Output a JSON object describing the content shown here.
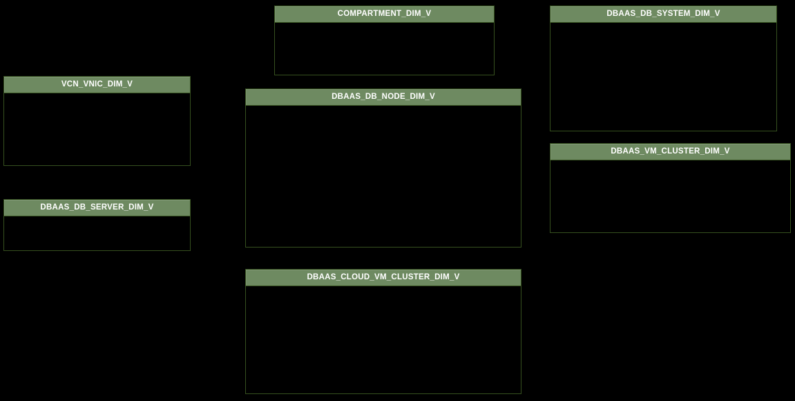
{
  "diagram": {
    "type": "entity-relationship-schema",
    "canvas_background": "#000000"
  },
  "colors": {
    "entity_header_bg": "#6e8a61",
    "entity_border": "#36511f",
    "entity_body_bg": "#000000",
    "entity_title_text": "#ffffff"
  },
  "entities": [
    {
      "name": "COMPARTMENT_DIM_V"
    },
    {
      "name": "VCN_VNIC_DIM_V"
    },
    {
      "name": "DBAAS_DB_SYSTEM_DIM_V"
    },
    {
      "name": "DBAAS_DB_NODE_DIM_V"
    },
    {
      "name": "DBAAS_VM_CLUSTER_DIM_V"
    },
    {
      "name": "DBAAS_DB_SERVER_DIM_V"
    },
    {
      "name": "DBAAS_CLOUD_VM_CLUSTER_DIM_V"
    }
  ]
}
